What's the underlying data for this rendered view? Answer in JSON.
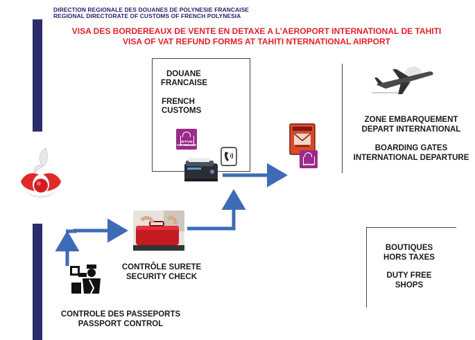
{
  "header": {
    "line1": "DIRECTION REGIONALE DES DOUANES DE POLYNESIE FRANCAISE",
    "line2": "REGIONAL DIRECTORATE OF CUSTOMS OF FRENCH POLYNESIA"
  },
  "title": {
    "fr": "VISA  DES BORDEREAUX DE VENTE EN DETAXE A  L’AEROPORT INTERNATIONAL DE TAHITI",
    "en": "VISA OF VAT REFUND FORMS AT TAHITI NTERNATIONAL AIRPORT"
  },
  "nodes": {
    "douane": {
      "l1": "DOUANE",
      "l2": "FRANCAISE",
      "l3": "FRENCH",
      "l4": "CUSTOMS"
    },
    "embarquement": {
      "l1": "ZONE EMBARQUEMENT",
      "l2": "DEPART INTERNATIONAL",
      "l3": "BOARDING GATES",
      "l4": "INTERNATIONAL DEPARTURE"
    },
    "boutiques": {
      "l1": "BOUTIQUES",
      "l2": "HORS TAXES",
      "l3": "DUTY FREE",
      "l4": "SHOPS"
    },
    "surete": {
      "l1": "CONTRÔLE SURETE",
      "l2": "SECURITY CHECK"
    },
    "passports": {
      "l1": "CONTROLE DES PASSEPORTS",
      "l2": "PASSPORT CONTROL"
    }
  },
  "badges": {
    "detaxe_line1": "DETAXE",
    "detaxe_line2": "VAT REFUND"
  },
  "colors": {
    "navy": "#2b2c6b",
    "title_red": "#e0202a",
    "arrow_blue": "#3e6bb5",
    "detaxe_purple": "#9b2a8a",
    "mailbox_orange": "#d9492a"
  },
  "icons": [
    "customs-logo-icon",
    "detaxe-bag-icon",
    "phone-icon",
    "scanner-icon",
    "mailbox-icon",
    "airplane-icon",
    "suitcase-icon",
    "passport-officer-icon"
  ]
}
